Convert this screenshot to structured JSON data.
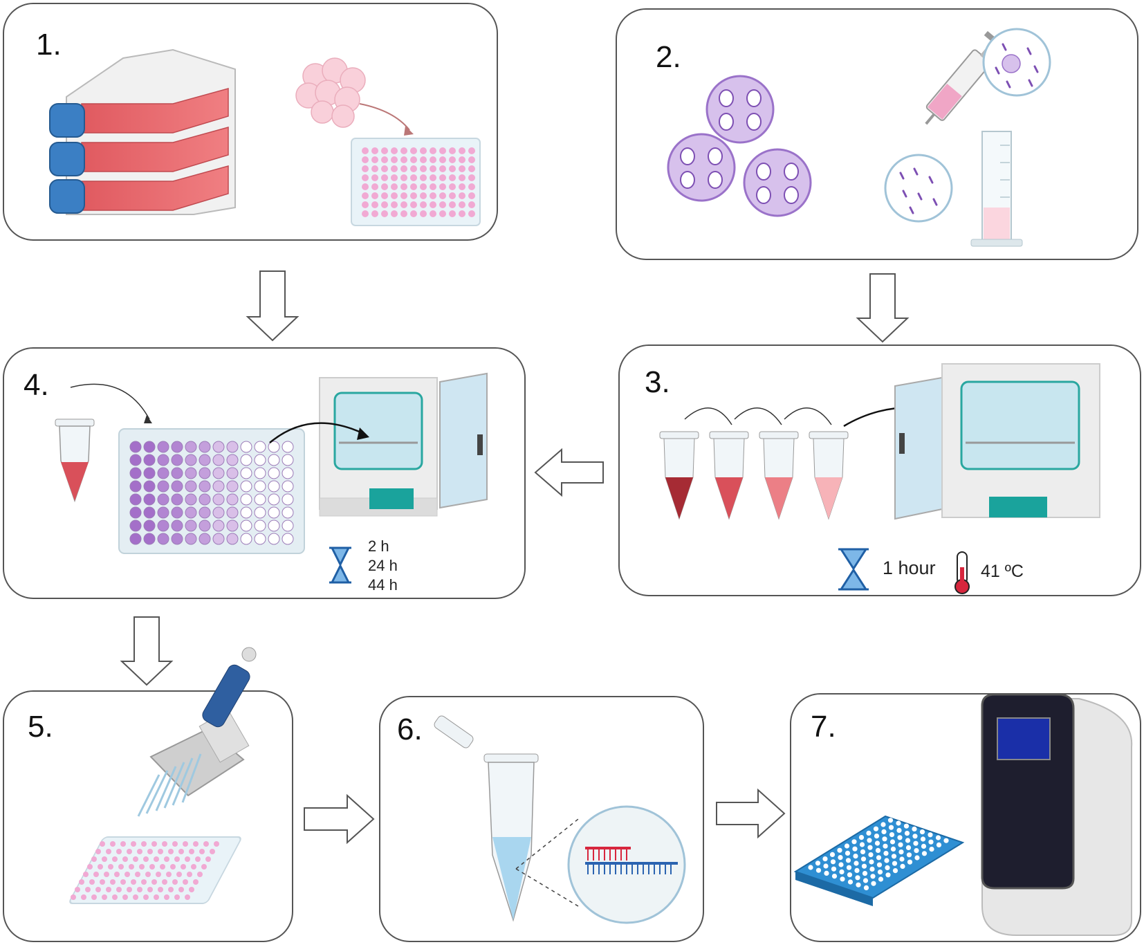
{
  "steps": [
    {
      "id": 1,
      "label": "1."
    },
    {
      "id": 2,
      "label": "2."
    },
    {
      "id": 3,
      "label": "3."
    },
    {
      "id": 4,
      "label": "4."
    },
    {
      "id": 5,
      "label": "5."
    },
    {
      "id": 6,
      "label": "6."
    },
    {
      "id": 7,
      "label": "7."
    }
  ],
  "step3": {
    "time": "1 hour",
    "temperature": "41 ºC"
  },
  "step4": {
    "times": [
      "2 h",
      "24 h",
      "44 h"
    ]
  },
  "colors": {
    "flask_red": "#e86a6e",
    "flask_cap": "#3b7fc4",
    "well_pink": "#f1a9d3",
    "oocyst_purple": "#b894d6",
    "incubator_teal": "#1aa39c",
    "pcr_blue": "#2f8fd3",
    "rna_red": "#d7263d",
    "rna_blue": "#2a63b0"
  },
  "icons": [
    "hourglass-icon",
    "thermometer-icon",
    "flow-arrow-icon"
  ]
}
